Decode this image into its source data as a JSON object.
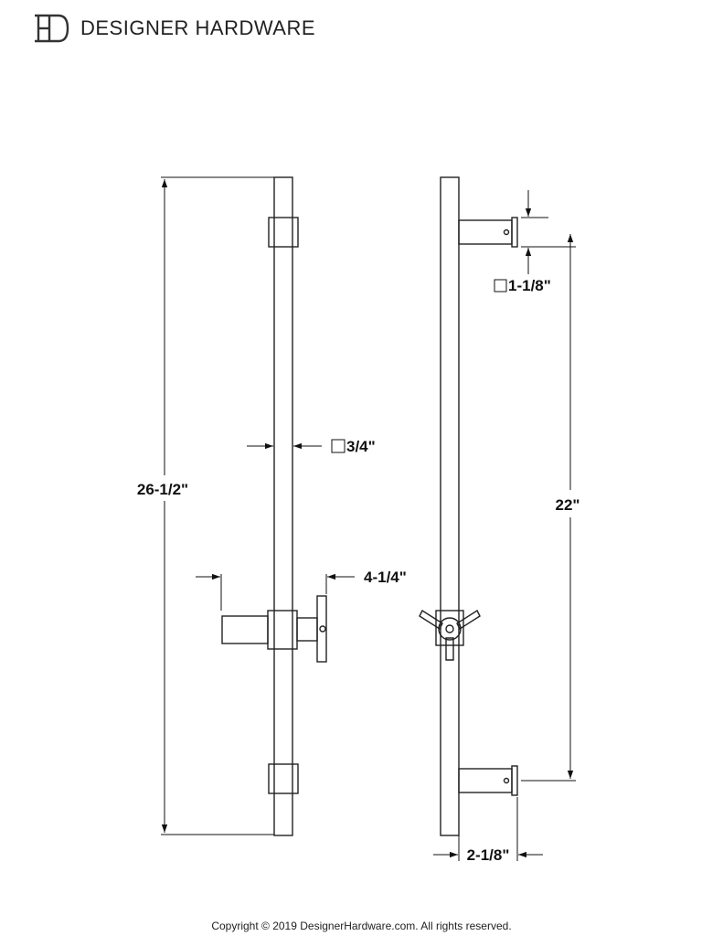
{
  "brand": {
    "name": "DESIGNER HARDWARE",
    "logo_icon": "dh-monogram-icon"
  },
  "dimensions": {
    "overall_length": "26-1/2\"",
    "bar_square": "3/4\"",
    "holder_projection": "4-1/4\"",
    "bracket_square": "1-1/8\"",
    "bracket_spacing": "22\"",
    "wall_projection": "2-1/8\""
  },
  "footer": {
    "copyright": "Copyright © 2019 DesignerHardware.com. All rights reserved."
  }
}
